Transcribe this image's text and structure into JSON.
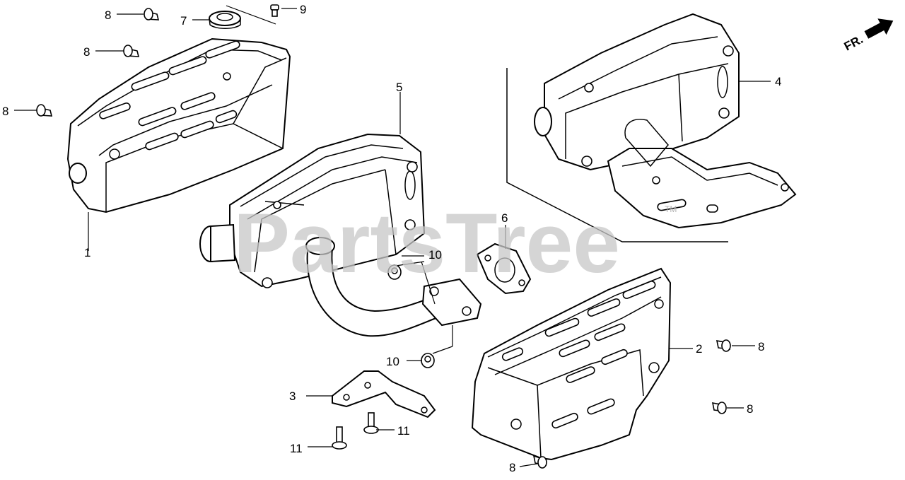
{
  "watermark": {
    "text": "PartsTree",
    "trademark": "TM"
  },
  "direction_indicator": {
    "label": "FR."
  },
  "callouts": {
    "c1": "1",
    "c2": "2",
    "c3": "3",
    "c4": "4",
    "c5": "5",
    "c6": "6",
    "c7": "7",
    "c8": "8",
    "c9": "9",
    "c10": "10",
    "c11": "11"
  },
  "parts": [
    "muffler-protector",
    "muffler-protector-2",
    "muffler-stay",
    "muffler-assembly",
    "muffler",
    "exhaust-gasket",
    "rubber-grommet",
    "screw-8",
    "screw-9",
    "flange-nut-10",
    "flange-bolt-11"
  ],
  "colors": {
    "line": "#000000",
    "background": "#ffffff",
    "watermark": "#c8c8c8"
  }
}
